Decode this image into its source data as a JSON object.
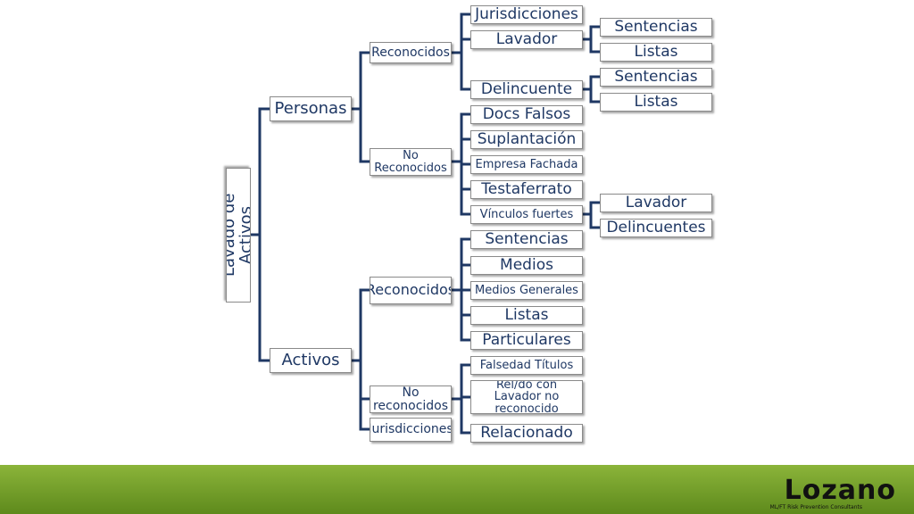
{
  "colors": {
    "connector": "#1f3864",
    "text": "#1f3864",
    "footer": "#7aa52c"
  },
  "diagram": {
    "root": "Lavado de Activos",
    "personas": {
      "label": "Personas",
      "reconocidos": {
        "label": "Reconocidos",
        "jurisdicciones": "Jurisdicciones",
        "lavador": {
          "label": "Lavador",
          "sentencias": "Sentencias",
          "listas": "Listas"
        },
        "delincuente": {
          "label": "Delincuente",
          "sentencias": "Sentencias",
          "listas": "Listas"
        }
      },
      "no_reconocidos": {
        "label": "No Reconocidos",
        "docs_falsos": "Docs Falsos",
        "suplantacion": "Suplantación",
        "empresa_fachada": "Empresa Fachada",
        "testaferrato": "Testaferrato",
        "vinculos": {
          "label": "Vínculos fuertes",
          "lavador": "Lavador",
          "delincuentes": "Delincuentes"
        }
      }
    },
    "activos": {
      "label": "Activos",
      "reconocidos": {
        "label": "Reconocidos",
        "sentencias": "Sentencias",
        "medios": "Medios",
        "medios_generales": "Medios Generales",
        "listas": "Listas",
        "particulares": "Particulares"
      },
      "no_reconocidos": {
        "label": "No reconocidos",
        "falsedad_titulos": "Falsedad Títulos",
        "rel_lavador": "Rel/do con Lavador no reconocido",
        "relacionado": "Relacionado"
      },
      "jurisdicciones": "Jurisdicciones"
    }
  },
  "logo": {
    "name": "Lozano",
    "tagline": "ML/FT Risk Prevention Consultants"
  }
}
